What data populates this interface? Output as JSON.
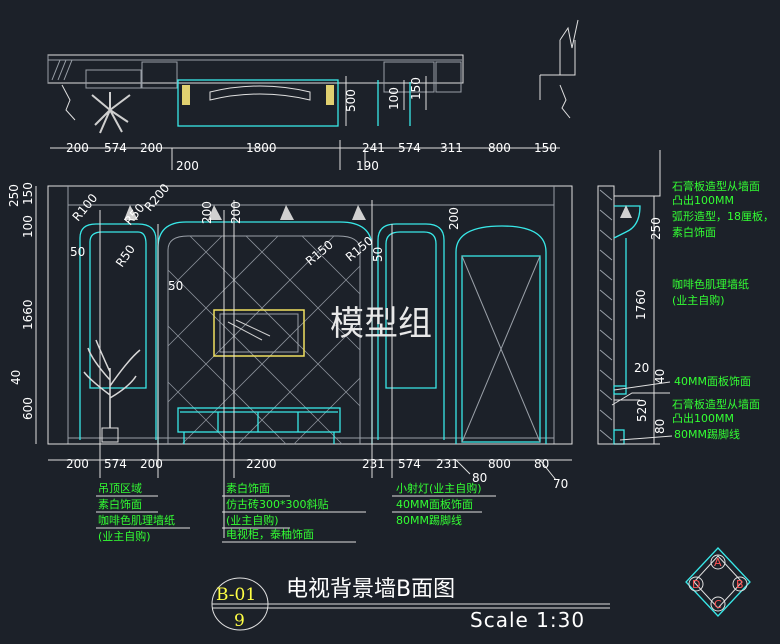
{
  "watermark": "模型组",
  "title": {
    "code_top": "B-01",
    "code_bottom": "9",
    "name": "电视背景墙B面图",
    "scale": "Scale 1:30"
  },
  "compass": {
    "n": "A",
    "e": "B",
    "s": "C",
    "w": "D"
  },
  "plan_dims_top": [
    "200",
    "574",
    "200",
    "1800",
    "241",
    "574",
    "311",
    "800",
    "150"
  ],
  "plan_dims_bottom": [
    "200",
    "190"
  ],
  "plan_dims_vertical": [
    "500",
    "100",
    "150"
  ],
  "elev_dims_bottom": [
    "200",
    "574",
    "200",
    "2200",
    "231",
    "574",
    "231",
    "800",
    "80"
  ],
  "elev_dims_extra": [
    "80",
    "70"
  ],
  "elev_dims_left": [
    "250",
    "150",
    "100",
    "1660",
    "40",
    "600"
  ],
  "elev_radii": [
    "R100",
    "R50",
    "R200",
    "R50",
    "R150",
    "R150"
  ],
  "elev_small": [
    "200",
    "200",
    "200",
    "50",
    "50",
    "50"
  ],
  "notes_left": [
    "吊顶区域",
    "素白饰面",
    "咖啡色肌理墙纸",
    "(业主自购)"
  ],
  "notes_mid": [
    "素白饰面",
    "仿古砖300*300斜贴",
    "(业主自购)",
    "电视柜，泰柚饰面"
  ],
  "notes_right": [
    "小射灯(业主自购)",
    "40MM面板饰面",
    "80MM踢脚线"
  ],
  "section_dims": [
    "250",
    "1760",
    "20",
    "40",
    "520",
    "80"
  ],
  "section_notes": [
    "石膏板造型从墙面",
    "凸出100MM",
    "弧形造型，18厘板，",
    "素白饰面",
    "咖啡色肌理墙纸",
    "(业主自购)",
    "40MM面板饰面",
    "石膏板造型从墙面",
    "凸出100MM",
    "80MM踢脚线"
  ]
}
